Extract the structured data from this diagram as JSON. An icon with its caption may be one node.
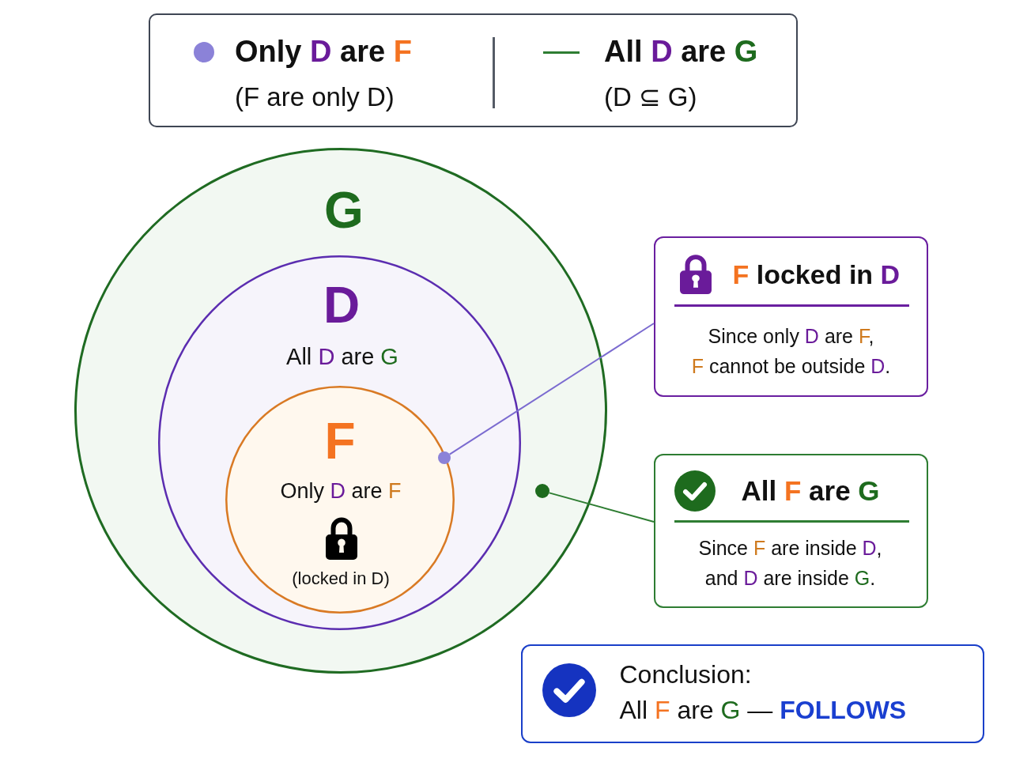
{
  "diagram": {
    "nodes": [
      {
        "text": [
          "G"
        ]
      },
      {
        "text": [
          "D",
          "All D are G"
        ],
        "in": 0
      },
      {
        "text": [
          "F",
          "Only D are F",
          "(locked in D)"
        ],
        "in": 1
      },
      {
        "text": [],
        "shape": "circle",
        "in": 2
      },
      {
        "text": [],
        "shape": "circle",
        "in": 0
      },
      {
        "text": [
          "F locked in D",
          "Since only D are F, F cannot be outside D."
        ]
      },
      {
        "text": [
          "All F are G",
          "Since F are inside D, and D are inside G."
        ]
      },
      {
        "text": [
          "Conclusion:",
          "All F are G — FOLLOWS"
        ]
      }
    ],
    "edges": [
      {
        "from": 5,
        "to": 3,
        "arrow": "none",
        "color": "#7b6bd0"
      },
      {
        "from": 6,
        "to": 4,
        "arrow": "none",
        "color": "#2e7d32"
      }
    ],
    "legend": [
      {
        "text": "Only D are F (F are only D)",
        "color": "#8b82d8"
      },
      {
        "text": "All D are G (D ⊆ G)"
      }
    ]
  }
}
